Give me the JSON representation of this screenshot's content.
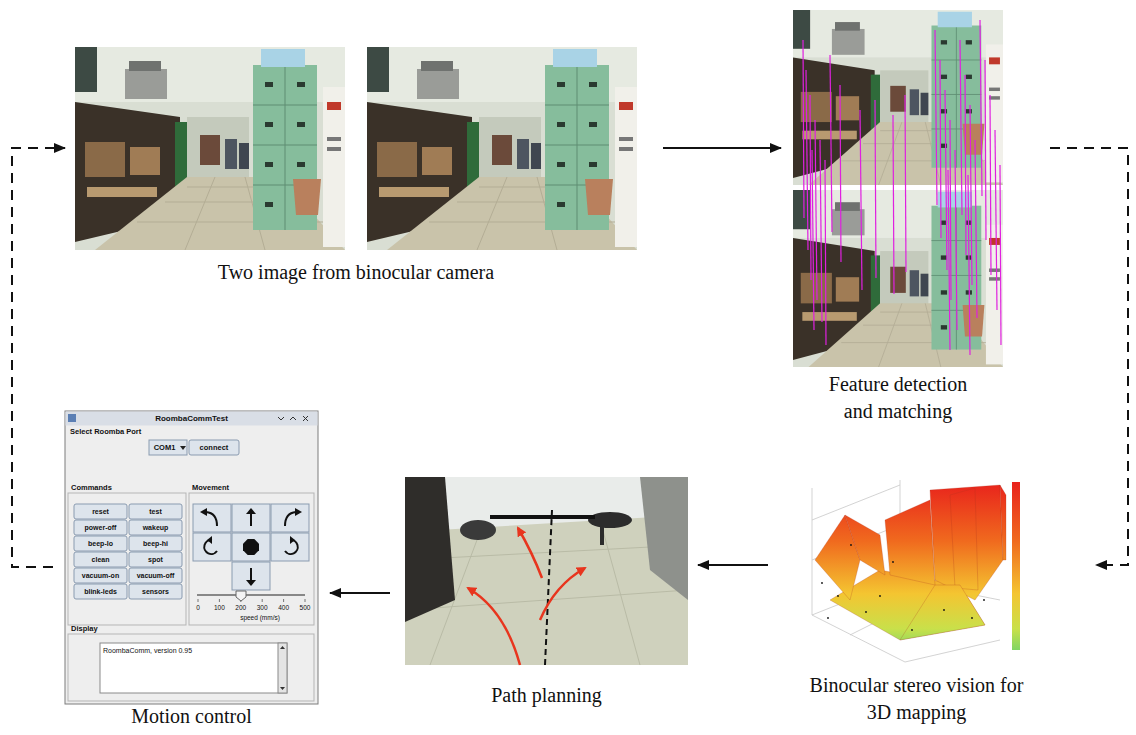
{
  "diagram": {
    "nodes": [
      {
        "text": [
          "Two image from binocular camera"
        ]
      },
      {
        "text": [
          "Feature detection and matching"
        ]
      },
      {
        "text": [
          "Binocular stereo vision for 3D mapping"
        ]
      },
      {
        "text": [
          "Path planning"
        ]
      },
      {
        "text": [
          "Motion control"
        ]
      }
    ],
    "edges": [
      {
        "from": 0,
        "to": 1,
        "arrow": "to"
      },
      {
        "from": 1,
        "to": 2,
        "arrow": "to"
      },
      {
        "from": 2,
        "to": 3,
        "arrow": "to"
      },
      {
        "from": 3,
        "to": 4,
        "arrow": "to"
      },
      {
        "from": 4,
        "to": 0,
        "arrow": "to"
      }
    ],
    "labels": [
      "RoombaCommTest",
      "Select Roomba Port",
      "COM1",
      "connect",
      "Commands",
      "Movement",
      "reset",
      "test",
      "power-off",
      "wakeup",
      "beep-lo",
      "beep-hi",
      "clean",
      "spot",
      "vacuum-on",
      "vacuum-off",
      "blink-leds",
      "sensors",
      "0",
      "100",
      "200",
      "300",
      "400",
      "500",
      "speed (mm/s)",
      "Display",
      "RoombaComm, version 0.95"
    ]
  }
}
